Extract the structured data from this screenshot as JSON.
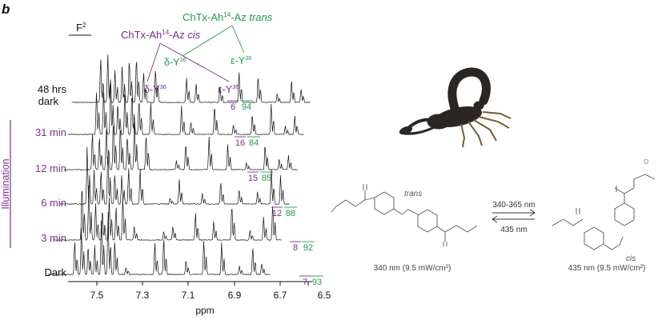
{
  "panel_label": "b",
  "colors": {
    "cis": "#7b2f8e",
    "trans": "#1f9e4a",
    "spectrum": "#111111",
    "scorpion": "#2a2624"
  },
  "labels": {
    "f2": "F",
    "f2_superscript": "2",
    "cis_title_main": "ChTx-Ah",
    "cis_title_sup": "14",
    "cis_title_rest": "-Az ",
    "cis_title_italic": "cis",
    "trans_title_main": "ChTx-Ah",
    "trans_title_sup": "14",
    "trans_title_rest": "-Az ",
    "trans_title_italic": "trans",
    "delta_prefix": "δ-Y",
    "epsilon_prefix": "ε-Y",
    "y_superscript": "36",
    "illumination": "Illumination"
  },
  "spectra": [
    {
      "label_line1": "48 hrs",
      "label_line2": "dark",
      "cis_pct": "6",
      "trans_pct": "94",
      "label_color": "black"
    },
    {
      "label_line1": "31 min",
      "label_line2": "",
      "cis_pct": "16",
      "trans_pct": "84",
      "label_color": "purple"
    },
    {
      "label_line1": "12 min",
      "label_line2": "",
      "cis_pct": "15",
      "trans_pct": "85",
      "label_color": "purple"
    },
    {
      "label_line1": "6 min",
      "label_line2": "",
      "cis_pct": "12",
      "trans_pct": "88",
      "label_color": "purple"
    },
    {
      "label_line1": "3 min",
      "label_line2": "",
      "cis_pct": "8",
      "trans_pct": "92",
      "label_color": "purple"
    },
    {
      "label_line1": "Dark",
      "label_line2": "",
      "cis_pct": "7",
      "trans_pct": "93",
      "label_color": "black"
    }
  ],
  "axis": {
    "label": "ppm",
    "ticks": [
      "7.5",
      "7.3",
      "7.1",
      "6.9",
      "6.7",
      "6.5"
    ]
  },
  "scheme": {
    "trans_label": "trans",
    "cis_label": "cis",
    "forward_wavelength": "340-365 nm",
    "reverse_wavelength": "435 nm",
    "trans_caption": "340 nm (9.5 mW/cm²)",
    "cis_caption": "435 nm (9.5 mW/cm²)",
    "corner_letter": "O"
  }
}
